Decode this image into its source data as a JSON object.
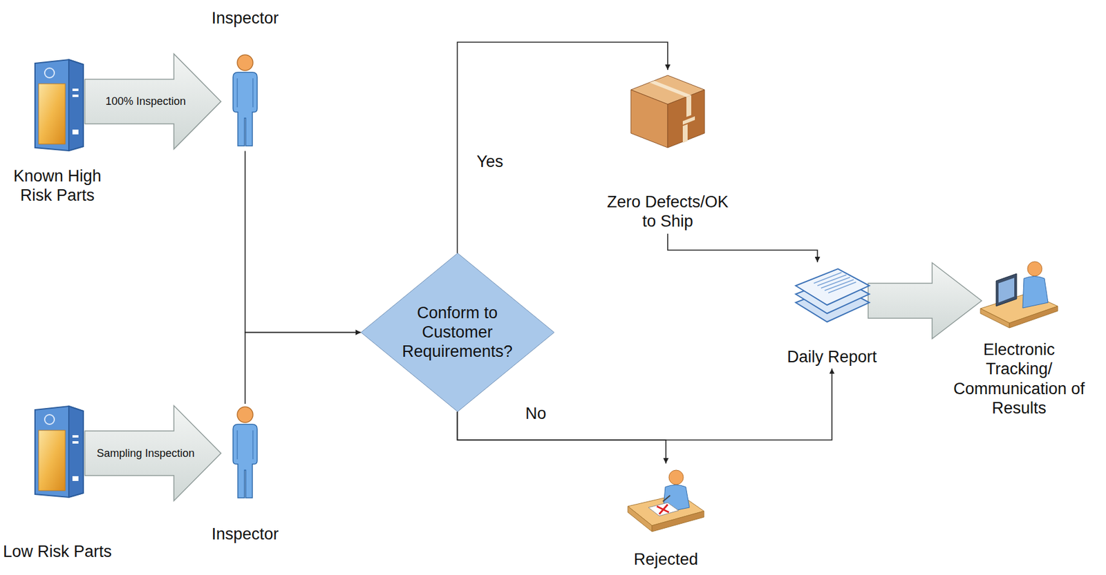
{
  "diagram": {
    "nodes": [
      {
        "text": [
          "Known High Risk Parts"
        ]
      },
      {
        "text": [
          "Inspector"
        ]
      },
      {
        "text": [
          "Low Risk Parts"
        ]
      },
      {
        "text": [
          "Inspector"
        ]
      },
      {
        "text": [
          "Conform to Customer Requirements?"
        ]
      },
      {
        "text": [
          "Zero Defects/OK to Ship"
        ]
      },
      {
        "text": [
          "Rejected"
        ]
      },
      {
        "text": [
          "Daily Report"
        ]
      },
      {
        "text": [
          "Electronic Tracking/ Communication of Results"
        ]
      }
    ],
    "edges": [
      {
        "from": 0,
        "to": 1,
        "label": "100% Inspection",
        "arrow": "to"
      },
      {
        "from": 2,
        "to": 3,
        "label": "Sampling Inspection",
        "arrow": "to"
      },
      {
        "from": 1,
        "to": 4,
        "arrow": "to"
      },
      {
        "from": 3,
        "to": 4,
        "arrow": "to"
      },
      {
        "from": 4,
        "to": 5,
        "label": "Yes",
        "arrow": "to"
      },
      {
        "from": 4,
        "to": 6,
        "label": "No",
        "arrow": "to"
      },
      {
        "from": 4,
        "to": 7,
        "arrow": "to"
      },
      {
        "from": 5,
        "to": 7,
        "arrow": "to"
      },
      {
        "from": 7,
        "to": 8,
        "arrow": "to"
      }
    ]
  }
}
